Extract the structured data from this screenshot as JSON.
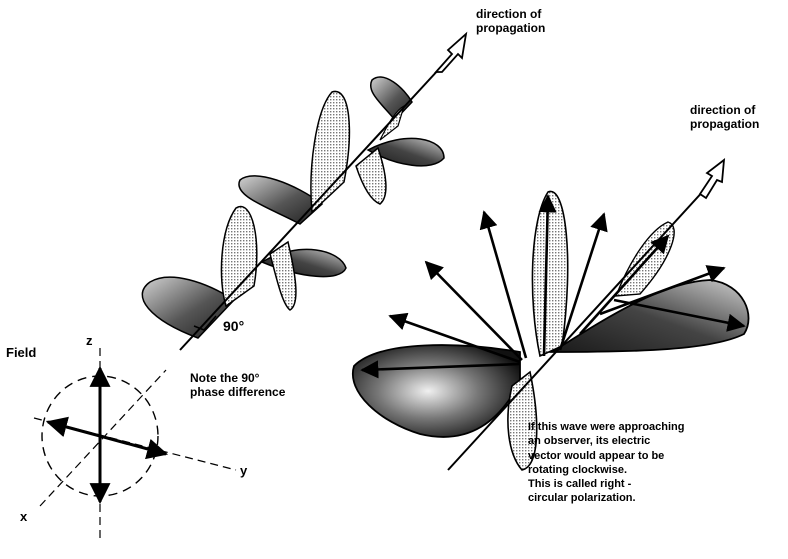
{
  "labels": {
    "propagation_top": [
      "direction of",
      "propagation"
    ],
    "propagation_right": [
      "direction of",
      "propagation"
    ],
    "angle": "90°",
    "field": "Field",
    "axis_z": "z",
    "axis_y": "y",
    "axis_x": "x",
    "phase_note": [
      "Note the 90°",
      "phase difference"
    ],
    "description": [
      "If this wave were approaching",
      "an observer, its electric",
      "vector would appear to be",
      "rotating clockwise.",
      "This is called right -",
      "circular polarization."
    ]
  },
  "colors": {
    "ink": "#000000",
    "lobe_light": "#bdbdbd",
    "lobe_dark": "#2e2e2e",
    "background": "#ffffff"
  }
}
